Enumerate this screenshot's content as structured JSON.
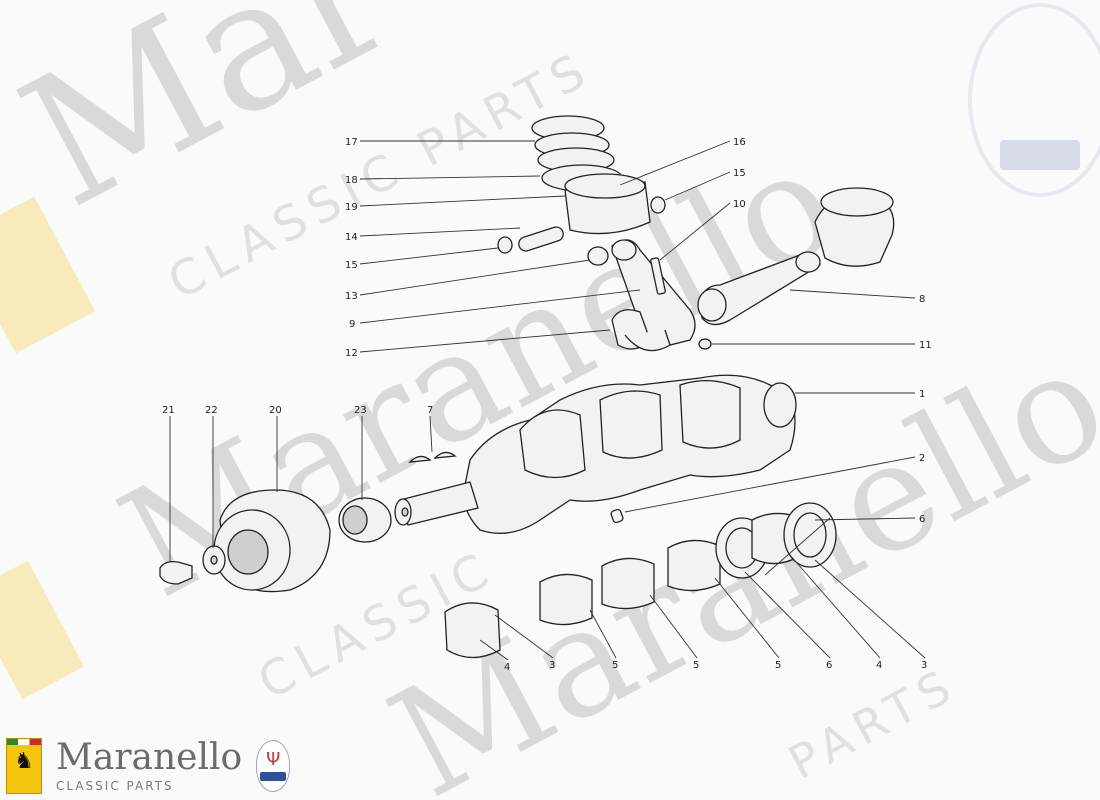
{
  "watermark": {
    "brand_word": "Maranello",
    "brand_word_fragment": "Mar a",
    "sub_word_classic": "CLASSIC",
    "sub_word_parts": "PARTS",
    "sub_phrase": "CLASSIC PARTS"
  },
  "diagram": {
    "callouts": [
      {
        "id": "c17",
        "label": "17"
      },
      {
        "id": "c18",
        "label": "18"
      },
      {
        "id": "c19",
        "label": "19"
      },
      {
        "id": "c14",
        "label": "14"
      },
      {
        "id": "c15a",
        "label": "15"
      },
      {
        "id": "c13",
        "label": "13"
      },
      {
        "id": "c9",
        "label": "9"
      },
      {
        "id": "c12",
        "label": "12"
      },
      {
        "id": "c16",
        "label": "16"
      },
      {
        "id": "c15b",
        "label": "15"
      },
      {
        "id": "c10",
        "label": "10"
      },
      {
        "id": "c8",
        "label": "8"
      },
      {
        "id": "c11",
        "label": "11"
      },
      {
        "id": "c1",
        "label": "1"
      },
      {
        "id": "c2",
        "label": "2"
      },
      {
        "id": "c6a",
        "label": "6"
      },
      {
        "id": "c21",
        "label": "21"
      },
      {
        "id": "c22",
        "label": "22"
      },
      {
        "id": "c20",
        "label": "20"
      },
      {
        "id": "c23",
        "label": "23"
      },
      {
        "id": "c7",
        "label": "7"
      },
      {
        "id": "c4a",
        "label": "4"
      },
      {
        "id": "c3a",
        "label": "3"
      },
      {
        "id": "c5a",
        "label": "5"
      },
      {
        "id": "c5b",
        "label": "5"
      },
      {
        "id": "c5c",
        "label": "5"
      },
      {
        "id": "c6b",
        "label": "6"
      },
      {
        "id": "c4b",
        "label": "4"
      },
      {
        "id": "c3b",
        "label": "3"
      }
    ]
  },
  "branding": {
    "title": "Maranello",
    "subtitle": "CLASSIC PARTS",
    "ferrari_badge_icon": "ferrari-prancing-horse-icon",
    "maserati_badge_icon": "maserati-trident-icon"
  },
  "colors": {
    "watermark": "#d9d9d9",
    "ferrari_yellow": "#f4c60d",
    "maserati_blue": "#2f4f9a",
    "maserati_red": "#c23a3a",
    "ink": "#222222"
  }
}
